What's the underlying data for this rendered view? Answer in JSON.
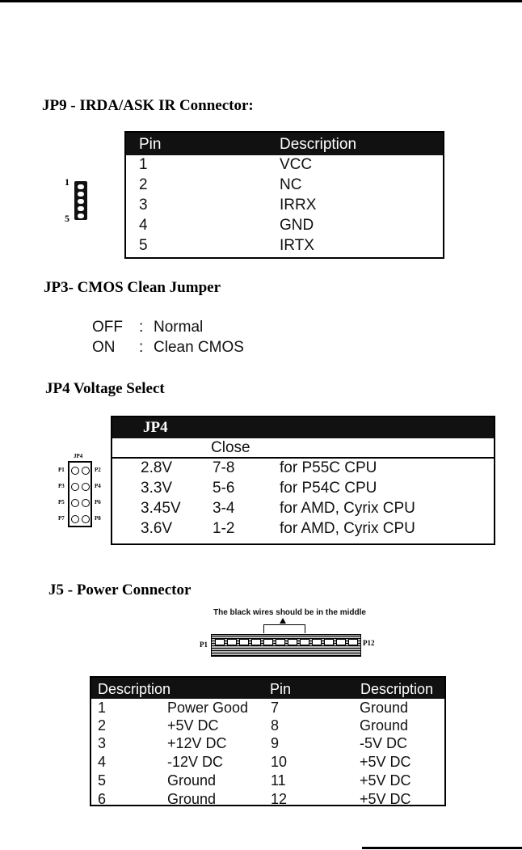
{
  "jp9": {
    "heading": "JP9 - IRDA/ASK IR Connector:",
    "pin_first": "1",
    "pin_last": "5",
    "columns": [
      "Pin",
      "Description"
    ],
    "rows": [
      {
        "pin": "1",
        "desc": "VCC"
      },
      {
        "pin": "2",
        "desc": "NC"
      },
      {
        "pin": "3",
        "desc": "IRRX"
      },
      {
        "pin": "4",
        "desc": "GND"
      },
      {
        "pin": "5",
        "desc": "IRTX"
      }
    ]
  },
  "jp3": {
    "heading": "JP3- CMOS Clean Jumper",
    "options": [
      {
        "state": "OFF",
        "sep": ":",
        "desc": "Normal"
      },
      {
        "state": "ON",
        "sep": ":",
        "desc": "Clean CMOS"
      }
    ]
  },
  "jp4": {
    "heading": "JP4 Voltage Select",
    "table_title": "JP4",
    "close_label": "Close",
    "diagram_title": "JP4",
    "pins_left": [
      "P1",
      "P3",
      "P5",
      "P7"
    ],
    "pins_right": [
      "P2",
      "P4",
      "P6",
      "P8"
    ],
    "rows": [
      {
        "voltage": "2.8V",
        "close": "7-8",
        "cpu": "for P55C CPU"
      },
      {
        "voltage": "3.3V",
        "close": "5-6",
        "cpu": "for P54C CPU"
      },
      {
        "voltage": "3.45V",
        "close": "3-4",
        "cpu": "for AMD, Cyrix CPU"
      },
      {
        "voltage": "3.6V",
        "close": "1-2",
        "cpu": "for AMD, Cyrix CPU"
      }
    ]
  },
  "j5": {
    "heading": "J5 - Power Connector",
    "note": "The black wires should be in the middle",
    "pin_left": "P1",
    "pin_right": "P12",
    "columns": [
      "Description",
      "Pin",
      "Description"
    ],
    "rows": [
      {
        "pin_a": "1",
        "desc_a": "Power Good",
        "pin_b": "7",
        "desc_b": "Ground"
      },
      {
        "pin_a": "2",
        "desc_a": "+5V DC",
        "pin_b": "8",
        "desc_b": "Ground"
      },
      {
        "pin_a": "3",
        "desc_a": "+12V DC",
        "pin_b": "9",
        "desc_b": "-5V DC"
      },
      {
        "pin_a": "4",
        "desc_a": "-12V DC",
        "pin_b": "10",
        "desc_b": "+5V DC"
      },
      {
        "pin_a": "5",
        "desc_a": "Ground",
        "pin_b": "11",
        "desc_b": "+5V DC"
      },
      {
        "pin_a": "6",
        "desc_a": "Ground",
        "pin_b": "12",
        "desc_b": "+5V DC"
      }
    ]
  }
}
